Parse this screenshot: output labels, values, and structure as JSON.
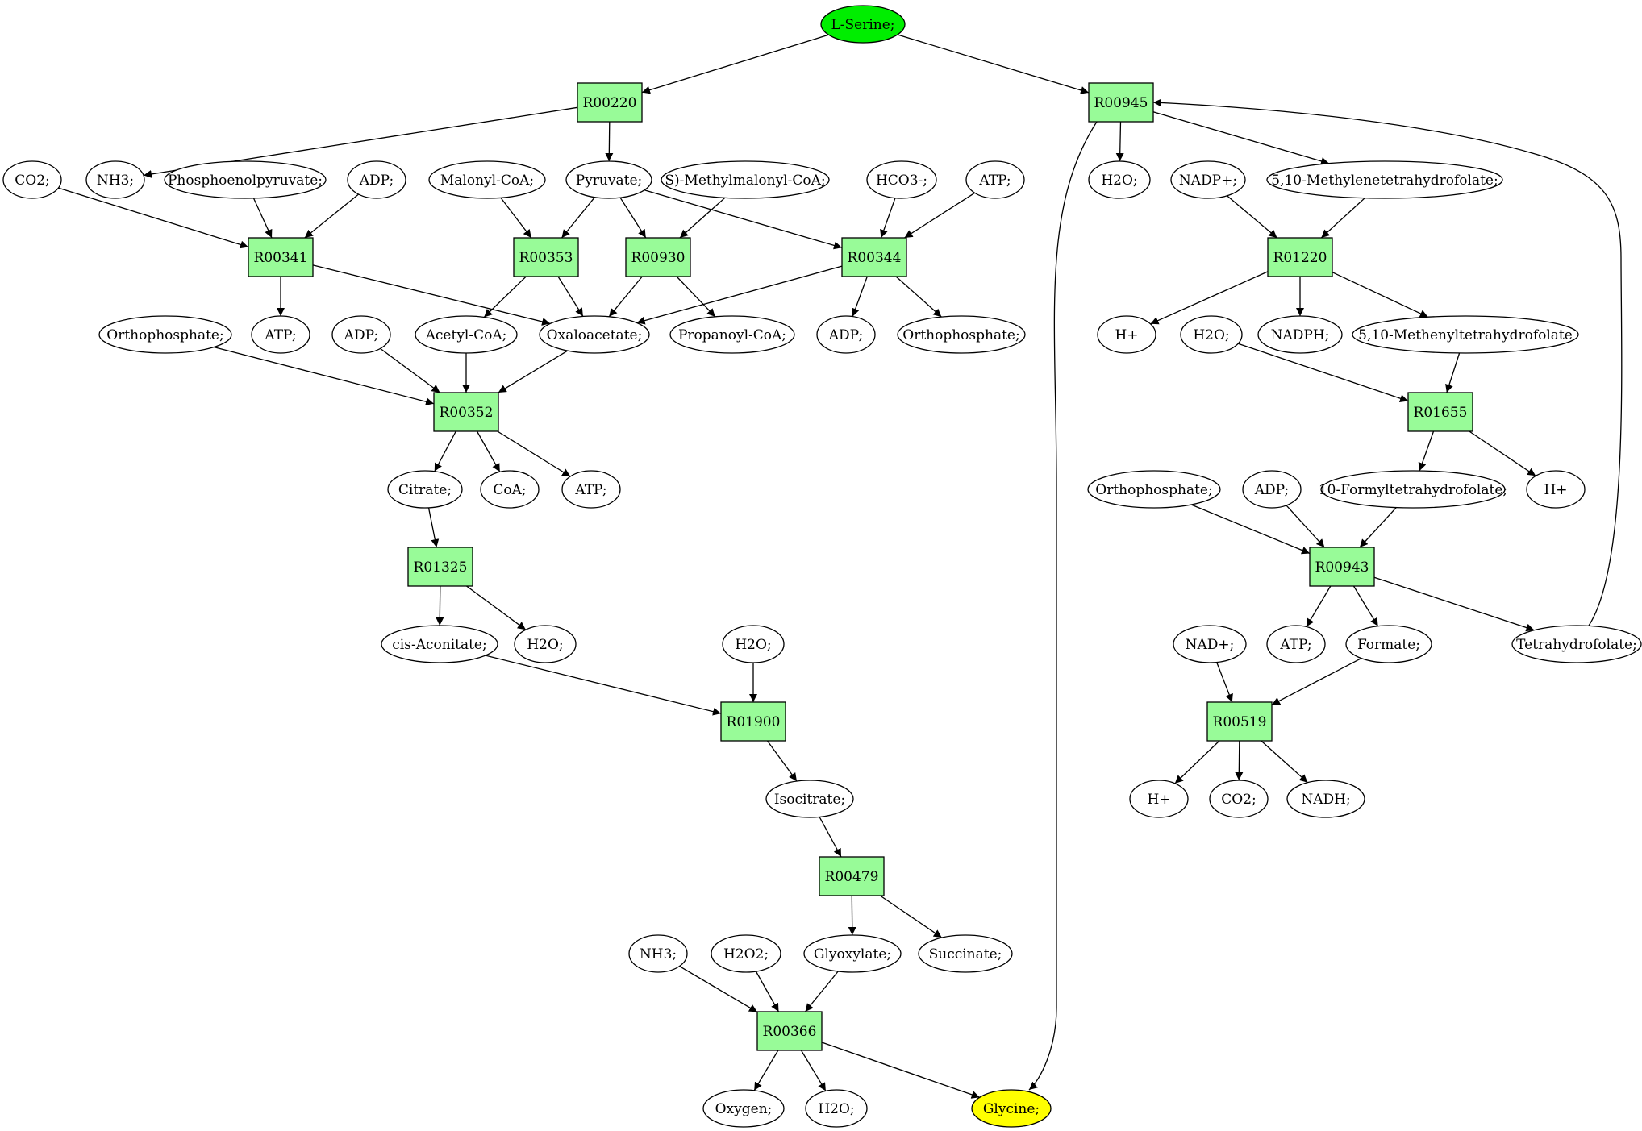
{
  "diagram": {
    "nodes": [
      {
        "id": "m_serine",
        "kind": "compound",
        "role": "source",
        "label": "L-Serine;"
      },
      {
        "id": "R00220",
        "kind": "reaction",
        "label": "R00220"
      },
      {
        "id": "R00945",
        "kind": "reaction",
        "label": "R00945"
      },
      {
        "id": "m_co2_a",
        "kind": "compound",
        "label": "CO2;"
      },
      {
        "id": "m_nh3_a",
        "kind": "compound",
        "label": "NH3;"
      },
      {
        "id": "m_pep",
        "kind": "compound",
        "label": "Phosphoenolpyruvate;"
      },
      {
        "id": "m_adp_a",
        "kind": "compound",
        "label": "ADP;"
      },
      {
        "id": "m_malonyl",
        "kind": "compound",
        "label": "Malonyl-CoA;"
      },
      {
        "id": "m_pyruvate",
        "kind": "compound",
        "label": "Pyruvate;"
      },
      {
        "id": "m_smm",
        "kind": "compound",
        "label": "S)-Methylmalonyl-CoA;"
      },
      {
        "id": "m_hco3",
        "kind": "compound",
        "label": "HCO3-;"
      },
      {
        "id": "m_atp_a",
        "kind": "compound",
        "label": "ATP;"
      },
      {
        "id": "m_h2o_a",
        "kind": "compound",
        "label": "H2O;"
      },
      {
        "id": "m_nadp",
        "kind": "compound",
        "label": "NADP+;"
      },
      {
        "id": "m_methylene",
        "kind": "compound",
        "label": "5,10-Methylenetetrahydrofolate;"
      },
      {
        "id": "R00341",
        "kind": "reaction",
        "label": "R00341"
      },
      {
        "id": "R00353",
        "kind": "reaction",
        "label": "R00353"
      },
      {
        "id": "R00930",
        "kind": "reaction",
        "label": "R00930"
      },
      {
        "id": "R00344",
        "kind": "reaction",
        "label": "R00344"
      },
      {
        "id": "R01220",
        "kind": "reaction",
        "label": "R01220"
      },
      {
        "id": "m_orthophos_a",
        "kind": "compound",
        "label": "Orthophosphate;"
      },
      {
        "id": "m_atp_b",
        "kind": "compound",
        "label": "ATP;"
      },
      {
        "id": "m_adp_b",
        "kind": "compound",
        "label": "ADP;"
      },
      {
        "id": "m_acetylcoa",
        "kind": "compound",
        "label": "Acetyl-CoA;"
      },
      {
        "id": "m_oxaloacetate",
        "kind": "compound",
        "label": "Oxaloacetate;"
      },
      {
        "id": "m_propanoyl",
        "kind": "compound",
        "label": "Propanoyl-CoA;"
      },
      {
        "id": "m_adp_c",
        "kind": "compound",
        "label": "ADP;"
      },
      {
        "id": "m_orthophos_b",
        "kind": "compound",
        "label": "Orthophosphate;"
      },
      {
        "id": "m_hplus_a",
        "kind": "compound",
        "label": "H+"
      },
      {
        "id": "m_h2o_b",
        "kind": "compound",
        "label": "H2O;"
      },
      {
        "id": "m_nadph",
        "kind": "compound",
        "label": "NADPH;"
      },
      {
        "id": "m_methenyl",
        "kind": "compound",
        "label": "5,10-Methenyltetrahydrofolate"
      },
      {
        "id": "R00352",
        "kind": "reaction",
        "label": "R00352"
      },
      {
        "id": "R01655",
        "kind": "reaction",
        "label": "R01655"
      },
      {
        "id": "m_citrate",
        "kind": "compound",
        "label": "Citrate;"
      },
      {
        "id": "m_coa",
        "kind": "compound",
        "label": "CoA;"
      },
      {
        "id": "m_atp_c",
        "kind": "compound",
        "label": "ATP;"
      },
      {
        "id": "m_orthophos_c",
        "kind": "compound",
        "label": "Orthophosphate;"
      },
      {
        "id": "m_adp_d",
        "kind": "compound",
        "label": "ADP;"
      },
      {
        "id": "m_formylthf",
        "kind": "compound",
        "label": "10-Formyltetrahydrofolate;"
      },
      {
        "id": "m_hplus_b",
        "kind": "compound",
        "label": "H+"
      },
      {
        "id": "R01325",
        "kind": "reaction",
        "label": "R01325"
      },
      {
        "id": "R00943",
        "kind": "reaction",
        "label": "R00943"
      },
      {
        "id": "m_cisaconitate",
        "kind": "compound",
        "label": "cis-Aconitate;"
      },
      {
        "id": "m_h2o_c",
        "kind": "compound",
        "label": "H2O;"
      },
      {
        "id": "m_h2o_d",
        "kind": "compound",
        "label": "H2O;"
      },
      {
        "id": "m_nad",
        "kind": "compound",
        "label": "NAD+;"
      },
      {
        "id": "m_atp_d",
        "kind": "compound",
        "label": "ATP;"
      },
      {
        "id": "m_formate",
        "kind": "compound",
        "label": "Formate;"
      },
      {
        "id": "m_thf",
        "kind": "compound",
        "label": "Tetrahydrofolate;"
      },
      {
        "id": "R01900",
        "kind": "reaction",
        "label": "R01900"
      },
      {
        "id": "R00519",
        "kind": "reaction",
        "label": "R00519"
      },
      {
        "id": "m_isocitrate",
        "kind": "compound",
        "label": "Isocitrate;"
      },
      {
        "id": "m_hplus_c",
        "kind": "compound",
        "label": "H+"
      },
      {
        "id": "m_co2_b",
        "kind": "compound",
        "label": "CO2;"
      },
      {
        "id": "m_nadh",
        "kind": "compound",
        "label": "NADH;"
      },
      {
        "id": "R00479",
        "kind": "reaction",
        "label": "R00479"
      },
      {
        "id": "m_nh3_b",
        "kind": "compound",
        "label": "NH3;"
      },
      {
        "id": "m_h2o2",
        "kind": "compound",
        "label": "H2O2;"
      },
      {
        "id": "m_glyoxylate",
        "kind": "compound",
        "label": "Glyoxylate;"
      },
      {
        "id": "m_succinate",
        "kind": "compound",
        "label": "Succinate;"
      },
      {
        "id": "R00366",
        "kind": "reaction",
        "label": "R00366"
      },
      {
        "id": "m_oxygen",
        "kind": "compound",
        "label": "Oxygen;"
      },
      {
        "id": "m_h2o_e",
        "kind": "compound",
        "label": "H2O;"
      },
      {
        "id": "m_glycine",
        "kind": "compound",
        "role": "target",
        "label": "Glycine;"
      }
    ],
    "edges": [
      [
        "m_serine",
        "R00220"
      ],
      [
        "m_serine",
        "R00945"
      ],
      [
        "R00220",
        "m_nh3_a"
      ],
      [
        "R00220",
        "m_pyruvate"
      ],
      [
        "R00945",
        "m_h2o_a"
      ],
      [
        "R00945",
        "m_methylene"
      ],
      [
        "R00945",
        "m_glycine"
      ],
      [
        "m_co2_a",
        "R00341"
      ],
      [
        "m_pep",
        "R00341"
      ],
      [
        "m_adp_a",
        "R00341"
      ],
      [
        "R00341",
        "m_atp_b"
      ],
      [
        "R00341",
        "m_oxaloacetate"
      ],
      [
        "m_malonyl",
        "R00353"
      ],
      [
        "m_pyruvate",
        "R00353"
      ],
      [
        "R00353",
        "m_acetylcoa"
      ],
      [
        "R00353",
        "m_oxaloacetate"
      ],
      [
        "m_pyruvate",
        "R00930"
      ],
      [
        "m_smm",
        "R00930"
      ],
      [
        "R00930",
        "m_oxaloacetate"
      ],
      [
        "R00930",
        "m_propanoyl"
      ],
      [
        "m_pyruvate",
        "R00344"
      ],
      [
        "m_hco3",
        "R00344"
      ],
      [
        "m_atp_a",
        "R00344"
      ],
      [
        "R00344",
        "m_oxaloacetate"
      ],
      [
        "R00344",
        "m_adp_c"
      ],
      [
        "R00344",
        "m_orthophos_b"
      ],
      [
        "m_nadp",
        "R01220"
      ],
      [
        "m_methylene",
        "R01220"
      ],
      [
        "R01220",
        "m_hplus_a"
      ],
      [
        "R01220",
        "m_nadph"
      ],
      [
        "R01220",
        "m_methenyl"
      ],
      [
        "m_orthophos_a",
        "R00352"
      ],
      [
        "m_adp_b",
        "R00352"
      ],
      [
        "m_acetylcoa",
        "R00352"
      ],
      [
        "m_oxaloacetate",
        "R00352"
      ],
      [
        "R00352",
        "m_citrate"
      ],
      [
        "R00352",
        "m_coa"
      ],
      [
        "R00352",
        "m_atp_c"
      ],
      [
        "m_h2o_b",
        "R01655"
      ],
      [
        "m_methenyl",
        "R01655"
      ],
      [
        "R01655",
        "m_formylthf"
      ],
      [
        "R01655",
        "m_hplus_b"
      ],
      [
        "m_citrate",
        "R01325"
      ],
      [
        "R01325",
        "m_cisaconitate"
      ],
      [
        "R01325",
        "m_h2o_c"
      ],
      [
        "m_orthophos_c",
        "R00943"
      ],
      [
        "m_adp_d",
        "R00943"
      ],
      [
        "m_formylthf",
        "R00943"
      ],
      [
        "R00943",
        "m_atp_d"
      ],
      [
        "R00943",
        "m_formate"
      ],
      [
        "R00943",
        "m_thf"
      ],
      [
        "m_thf",
        "R00945"
      ],
      [
        "m_cisaconitate",
        "R01900"
      ],
      [
        "m_h2o_d",
        "R01900"
      ],
      [
        "R01900",
        "m_isocitrate"
      ],
      [
        "m_nad",
        "R00519"
      ],
      [
        "m_formate",
        "R00519"
      ],
      [
        "R00519",
        "m_hplus_c"
      ],
      [
        "R00519",
        "m_co2_b"
      ],
      [
        "R00519",
        "m_nadh"
      ],
      [
        "m_isocitrate",
        "R00479"
      ],
      [
        "R00479",
        "m_glyoxylate"
      ],
      [
        "R00479",
        "m_succinate"
      ],
      [
        "m_nh3_b",
        "R00366"
      ],
      [
        "m_h2o2",
        "R00366"
      ],
      [
        "m_glyoxylate",
        "R00366"
      ],
      [
        "R00366",
        "m_oxygen"
      ],
      [
        "R00366",
        "m_h2o_e"
      ],
      [
        "R00366",
        "m_glycine"
      ]
    ],
    "colors": {
      "reaction_fill": "#98fb98",
      "compound_fill": "#ffffff",
      "source_fill": "#00ee00",
      "target_fill": "#ffff00",
      "stroke": "#000000"
    }
  }
}
